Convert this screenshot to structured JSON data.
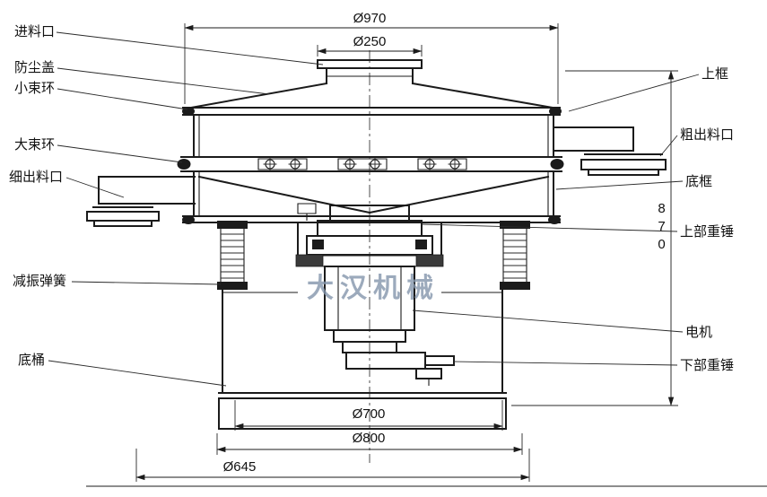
{
  "watermark": "大汉机械",
  "labels": {
    "left": [
      {
        "id": "feed-inlet",
        "text": "进料口"
      },
      {
        "id": "dust-cover",
        "text": "防尘盖"
      },
      {
        "id": "small-clamp-ring",
        "text": "小束环"
      },
      {
        "id": "large-clamp-ring",
        "text": "大束环"
      },
      {
        "id": "fine-outlet",
        "text": "细出料口"
      },
      {
        "id": "damping-spring",
        "text": "减振弹簧"
      },
      {
        "id": "base-barrel",
        "text": "底桶"
      }
    ],
    "right": [
      {
        "id": "upper-frame",
        "text": "上框"
      },
      {
        "id": "coarse-outlet",
        "text": "粗出料口"
      },
      {
        "id": "bottom-frame",
        "text": "底框"
      },
      {
        "id": "upper-weight",
        "text": "上部重锤"
      },
      {
        "id": "motor",
        "text": "电机"
      },
      {
        "id": "lower-weight",
        "text": "下部重锤"
      }
    ]
  },
  "dimensions": {
    "top_diameter": "Ø970",
    "inlet_diameter": "Ø250",
    "overall_height": "870",
    "base_inner_diameter": "Ø700",
    "base_outer_diameter": "Ø800",
    "bottom_diameter": "Ø645"
  }
}
